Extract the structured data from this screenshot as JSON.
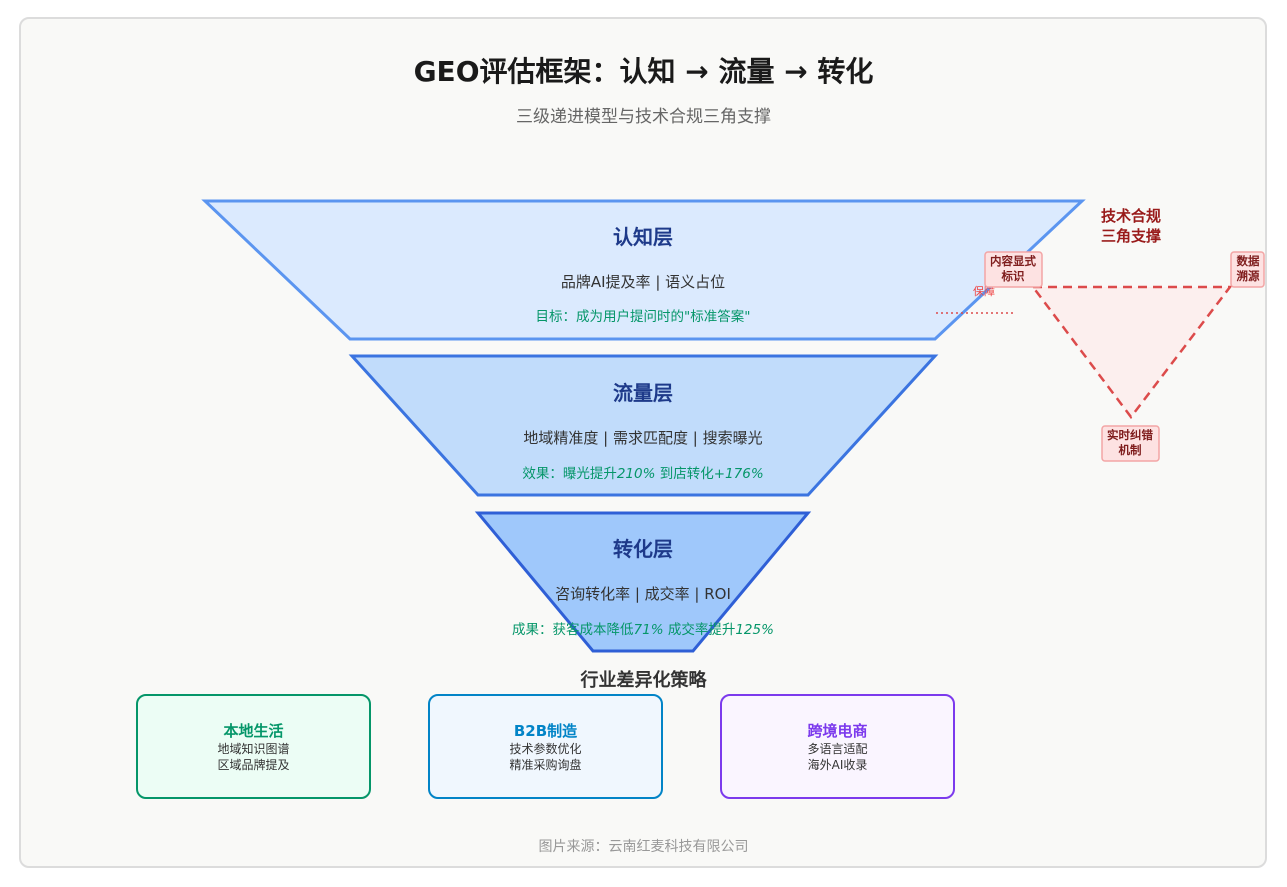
{
  "header": {
    "title": "GEO评估框架：认知 → 流量 → 转化",
    "subtitle": "三级递进模型与技术合规三角支撑"
  },
  "funnel": {
    "layers": [
      {
        "title": "认知层",
        "metrics": "品牌AI提及率 | 语义占位",
        "goal_text": "目标：成为用户提问时的\"标准答案\"",
        "color": "#dbeafe",
        "stroke": "#5b95f0"
      },
      {
        "title": "流量层",
        "metrics": "地域精准度 | 需求匹配度 | 搜索曝光",
        "goal_prefix": "效果：曝光提升",
        "goal_num1": "210%",
        "goal_mid": " 到店转化",
        "goal_num2": "+176%",
        "color": "#c1dcfb",
        "stroke": "#3b74e0"
      },
      {
        "title": "转化层",
        "metrics": "咨询转化率 | 成交率 | ROI",
        "goal_prefix": "成果：获客成本降低",
        "goal_num1": "71%",
        "goal_mid": " 成交率提升",
        "goal_num2": "125%",
        "color": "#9fc8fb",
        "stroke": "#2f5fd6"
      }
    ]
  },
  "compliance": {
    "title_line1": "技术合规",
    "title_line2": "三角支撑",
    "node_left_line1": "内容显式",
    "node_left_line2": "标识",
    "node_right_line1": "数据",
    "node_right_line2": "溯源",
    "node_bottom_line1": "实时纠错",
    "node_bottom_line2": "机制",
    "link_label": "保障",
    "color": "#dc4b4b"
  },
  "strategies": {
    "title": "行业差异化策略",
    "items": [
      {
        "title": "本地生活",
        "line1": "地域知识图谱",
        "line2": "区域品牌提及",
        "color": "#059669",
        "bg": "#ecfdf5"
      },
      {
        "title": "B2B制造",
        "line1": "技术参数优化",
        "line2": "精准采购询盘",
        "color": "#0284c7",
        "bg": "#f0f7fe"
      },
      {
        "title": "跨境电商",
        "line1": "多语言适配",
        "line2": "海外AI收录",
        "color": "#7c3aed",
        "bg": "#faf5ff"
      }
    ]
  },
  "footer": "图片来源：云南红麦科技有限公司"
}
